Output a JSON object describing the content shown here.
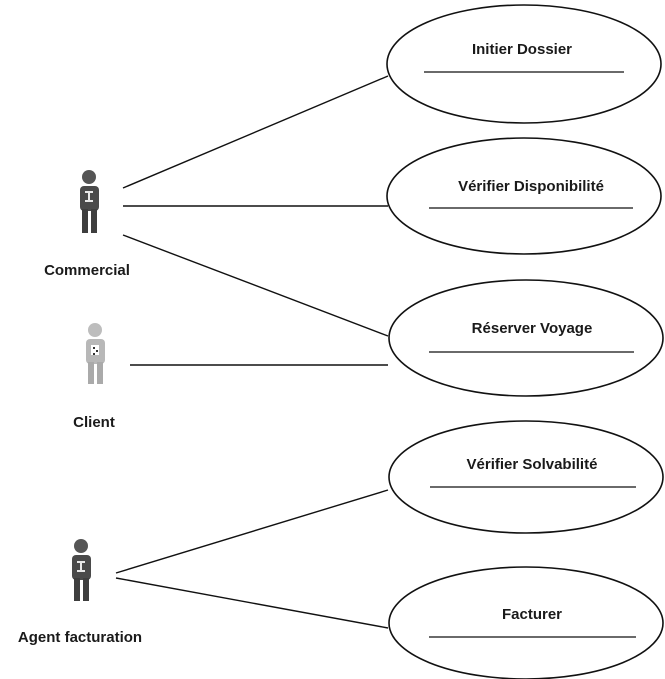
{
  "diagram": {
    "type": "uml-use-case",
    "actors": [
      {
        "id": "commercial",
        "label": "Commercial",
        "style": "dark",
        "icon": "actor-figure-icon"
      },
      {
        "id": "client",
        "label": "Client",
        "style": "light",
        "icon": "actor-figure-icon"
      },
      {
        "id": "agent",
        "label": "Agent facturation",
        "style": "dark",
        "icon": "actor-figure-icon"
      }
    ],
    "use_cases": [
      {
        "id": "initier",
        "label": "Initier Dossier"
      },
      {
        "id": "verifier-dispo",
        "label": "Vérifier Disponibilité"
      },
      {
        "id": "reserver",
        "label": "Réserver Voyage"
      },
      {
        "id": "verifier-solva",
        "label": "Vérifier Solvabilité"
      },
      {
        "id": "facturer",
        "label": "Facturer"
      }
    ],
    "associations": [
      {
        "from": "commercial",
        "to": "initier"
      },
      {
        "from": "commercial",
        "to": "verifier-dispo"
      },
      {
        "from": "commercial",
        "to": "reserver"
      },
      {
        "from": "client",
        "to": "reserver"
      },
      {
        "from": "agent",
        "to": "verifier-solva"
      },
      {
        "from": "agent",
        "to": "facturer"
      }
    ],
    "colors": {
      "line": "#111111",
      "dark_actor": "#4a4a4a",
      "light_actor": "#b8b8b8"
    }
  }
}
